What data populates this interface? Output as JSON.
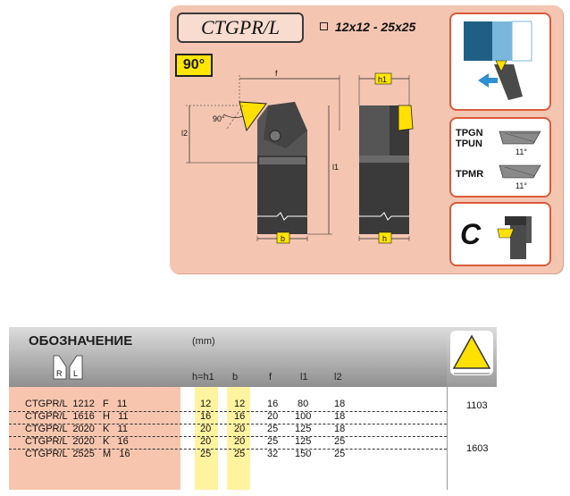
{
  "card": {
    "title": "CTGPR/L",
    "size_range": "12x12 - 25x25",
    "angle_badge": "90°",
    "dims": {
      "f": "f",
      "h1": "h1",
      "l2": "l2",
      "l1": "l1",
      "b": "b",
      "h": "h",
      "angle": "90°"
    },
    "inserts": {
      "line1": "TPGN",
      "line2": "TPUN",
      "angle_top": "11°",
      "line3": "TPMR",
      "angle_bottom": "11°"
    },
    "clamp_letter": "C"
  },
  "table": {
    "designation": "ОБОЗНАЧЕНИЕ",
    "unit": "(mm)",
    "rl_labels": {
      "r": "R",
      "l": "L"
    },
    "columns": [
      "h=h1",
      "b",
      "f",
      "l1",
      "l2"
    ],
    "rows": [
      {
        "name": "CTGPR/L  1212   F   11",
        "h": "12",
        "b": "12",
        "f": "16",
        "l1": "80",
        "l2": "18"
      },
      {
        "name": "CTGPR/L  1616   H   11",
        "h": "16",
        "b": "16",
        "f": "20",
        "l1": "100",
        "l2": "18"
      },
      {
        "name": "CTGPR/L  2020   K   11",
        "h": "20",
        "b": "20",
        "f": "25",
        "l1": "125",
        "l2": "18"
      },
      {
        "name": "CTGPR/L  2020   K   16",
        "h": "20",
        "b": "20",
        "f": "25",
        "l1": "125",
        "l2": "25"
      },
      {
        "name": "CTGPR/L  2525   M   16",
        "h": "25",
        "b": "25",
        "f": "32",
        "l1": "150",
        "l2": "25"
      }
    ],
    "insert_codes": [
      "1103",
      "1603"
    ]
  },
  "colors": {
    "card_bg": "#f4c6b2",
    "accent_yellow": "#ffe600",
    "panel_border": "#d95a3a",
    "body_left_bg": "#f7c5ae",
    "highlight_col": "#fff3a0",
    "arrow_blue": "#2f8fd4"
  }
}
